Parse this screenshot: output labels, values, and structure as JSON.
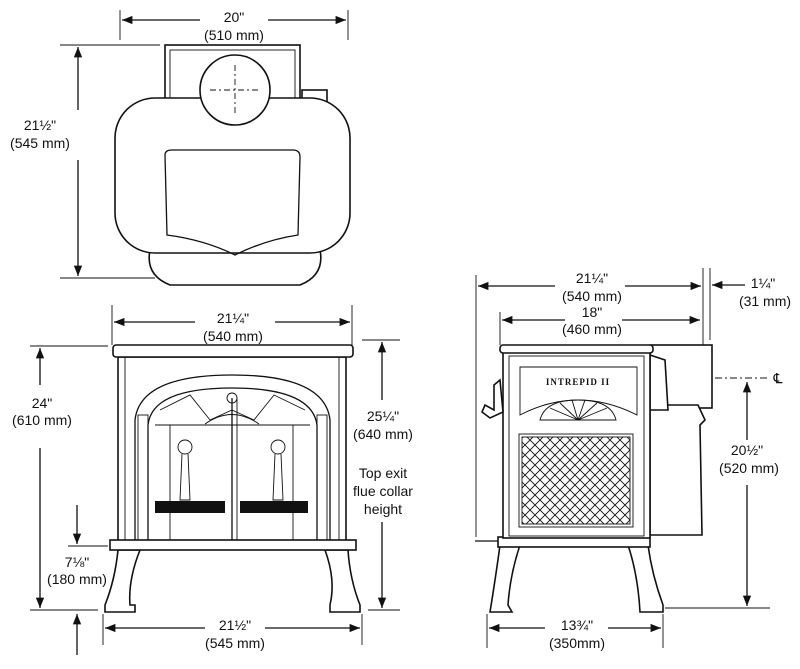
{
  "top_view": {
    "width": {
      "in": "20\"",
      "mm": "(510 mm)"
    },
    "depth": {
      "in": "21½\"",
      "mm": "(545 mm)"
    }
  },
  "front_view": {
    "top_width": {
      "in": "21¼\"",
      "mm": "(540 mm)"
    },
    "height": {
      "in": "24\"",
      "mm": "(610 mm)"
    },
    "flue_height": {
      "in": "25¼\"",
      "mm": "(640 mm)"
    },
    "flue_note": [
      "Top exit",
      "flue collar",
      "height"
    ],
    "leg_height": {
      "in": "7⅛\"",
      "mm": "(180 mm)"
    },
    "leg_width": {
      "in": "21½\"",
      "mm": "(545 mm)"
    }
  },
  "side_view": {
    "overall_depth": {
      "in": "21¼\"",
      "mm": "(540 mm)"
    },
    "collar_offset": {
      "in": "1¼\"",
      "mm": "(31 mm)"
    },
    "body_depth": {
      "in": "18\"",
      "mm": "(460 mm)"
    },
    "centerline_symbol": "℄",
    "rear_flue_height": {
      "in": "20½\"",
      "mm": "(520 mm)"
    },
    "leg_depth": {
      "in": "13¾\"",
      "mm": "(350mm)"
    },
    "brand_label": "INTREPID II"
  }
}
